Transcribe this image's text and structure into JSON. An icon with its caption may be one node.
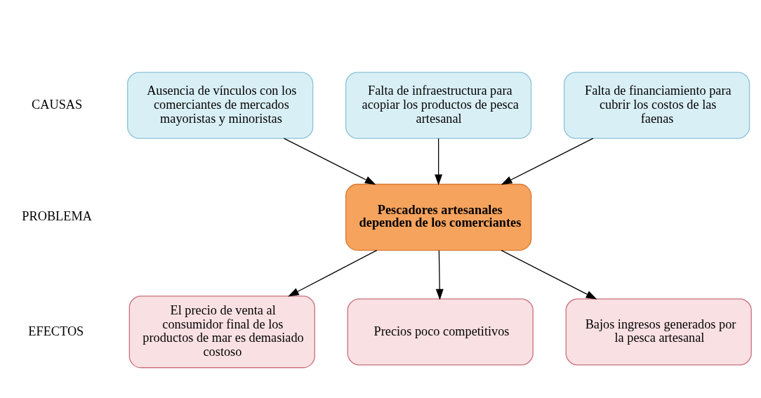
{
  "diagram": {
    "nodes": [
      {
        "text": [
          "Falta de financiamiento para cubrir los costos de las faenas"
        ]
      },
      {
        "text": [
          "Ausencia de vínculos con los comerciantes de mercados mayoristas y minoristas"
        ]
      },
      {
        "text": [
          "Falta de infraestructura para acopiar los productos de pesca artesanal"
        ]
      },
      {
        "text": [
          "Pescadores artesanales dependen de los comerciantes"
        ]
      },
      {
        "text": [
          "Precios poco competitivos"
        ]
      },
      {
        "text": [
          "Bajos ingresos generados por la pesca artesanal"
        ]
      },
      {
        "text": [
          "El precio de venta al consumidor final de los productos de mar es demasiado costoso"
        ]
      }
    ],
    "edges": [
      {
        "from": 0,
        "to": 3,
        "arrow": "to"
      },
      {
        "from": 1,
        "to": 3,
        "arrow": "to"
      },
      {
        "from": 2,
        "to": 3,
        "arrow": "to"
      },
      {
        "from": 3,
        "to": 4,
        "arrow": "to"
      },
      {
        "from": 3,
        "to": 5,
        "arrow": "to"
      },
      {
        "from": 3,
        "to": 6,
        "arrow": "to"
      }
    ],
    "labels": [
      "CAUSAS",
      "PROBLEMA",
      "EFECTOS"
    ]
  }
}
